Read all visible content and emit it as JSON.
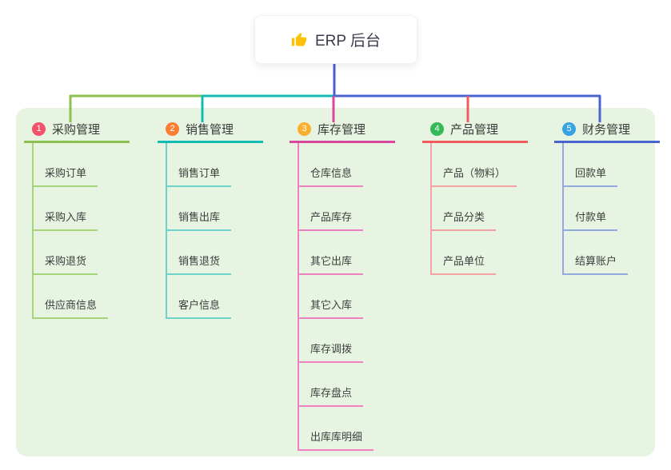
{
  "root": {
    "label": "ERP 后台",
    "icon": "thumbs-up-icon",
    "icon_color": "#ffc107",
    "connector_color": "#4a5ed0"
  },
  "panel": {
    "background": "#e6f4e1"
  },
  "branches": [
    {
      "number": "1",
      "label": "采购管理",
      "badge_color": "#f4526b",
      "line_color": "#8cc151",
      "child_line_color": "#a6d37b",
      "children": [
        "采购订单",
        "采购入库",
        "采购退货",
        "供应商信息"
      ]
    },
    {
      "number": "2",
      "label": "销售管理",
      "badge_color": "#fa7d34",
      "line_color": "#13bcb2",
      "child_line_color": "#6ed2c9",
      "children": [
        "销售订单",
        "销售出库",
        "销售退货",
        "客户信息"
      ]
    },
    {
      "number": "3",
      "label": "库存管理",
      "badge_color": "#fbb02d",
      "line_color": "#d8479e",
      "child_line_color": "#ee82c0",
      "children": [
        "仓库信息",
        "产品库存",
        "其它出库",
        "其它入库",
        "库存调拨",
        "库存盘点",
        "出库库明细"
      ]
    },
    {
      "number": "4",
      "label": "产品管理",
      "badge_color": "#35b954",
      "line_color": "#f25b5e",
      "child_line_color": "#f5a2a4",
      "children": [
        "产品（物料）",
        "产品分类",
        "产品单位"
      ]
    },
    {
      "number": "5",
      "label": "财务管理",
      "badge_color": "#38a3e2",
      "line_color": "#4a65cf",
      "child_line_color": "#94a8e2",
      "children": [
        "回款单",
        "付款单",
        "结算账户"
      ]
    }
  ]
}
